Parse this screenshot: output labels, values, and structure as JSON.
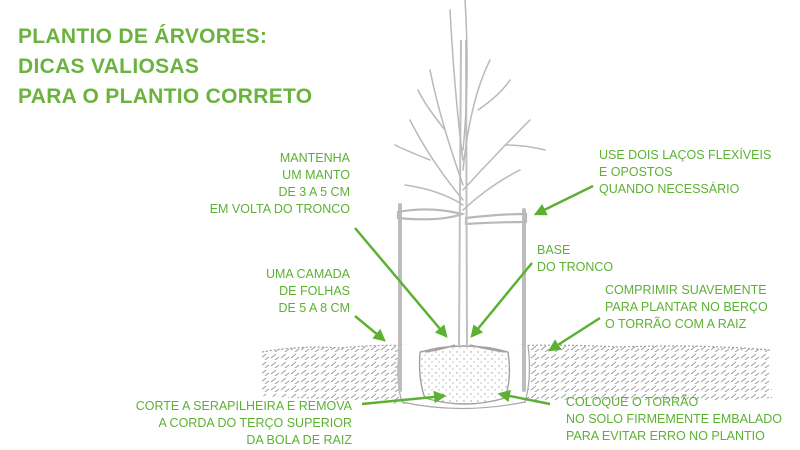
{
  "title": {
    "line1": "PLANTIO DE ÁRVORES:",
    "line2": "DICAS VALIOSAS",
    "line3": "PARA O PLANTIO CORRETO"
  },
  "labels": {
    "mulch": [
      "MANTENHA",
      "UM MANTO",
      "DE  3 A 5 CM",
      "EM VOLTA DO TRONCO"
    ],
    "leaves": [
      "UMA CAMADA",
      "DE FOLHAS",
      "DE 5 A  8 CM"
    ],
    "ties": [
      "USE DOIS LAÇOS FLEXÍVEIS",
      "E OPOSTOS",
      "QUANDO NECESSÁRIO"
    ],
    "trunk_base": [
      "BASE",
      "DO TRONCO"
    ],
    "compress": [
      "COMPRIMIR SUAVEMENTE",
      "PARA PLANTAR NO BERÇO",
      "O TORRÃO COM A RAIZ"
    ],
    "burlap": [
      "CORTE A SERAPILHEIRA E REMOVA",
      "A CORDA DO TERÇO SUPERIOR",
      "DA BOLA DE RAIZ"
    ],
    "rootball": [
      "COLOQUE O TORRÃO",
      "NO SOLO FIRMEMENTE EMBALADO",
      "PARA EVITAR ERRO NO PLANTIO"
    ]
  },
  "colors": {
    "accent": "#5cb133",
    "drawing": "#b5b5b5"
  }
}
